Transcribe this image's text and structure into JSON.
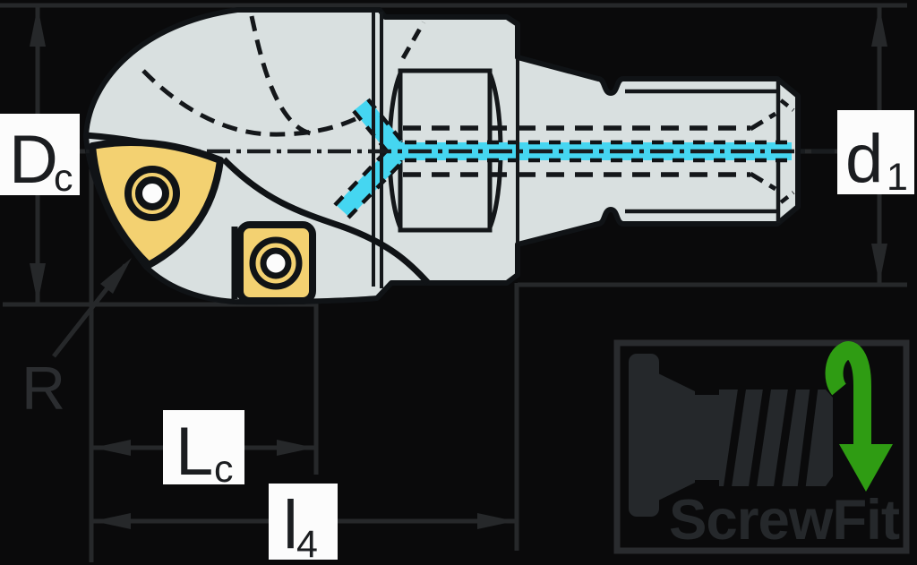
{
  "drawing": {
    "type_note": "technical drawing of ball-nose copy milling cutter with ScrewFit adaption, internal coolant channels and two indexable inserts",
    "dimension_labels": {
      "cutting_diameter": {
        "main": "D",
        "sub": "c"
      },
      "connection_diameter": {
        "main": "d",
        "sub": "1"
      },
      "corner_radius": "R",
      "cutting_length": {
        "main": "L",
        "sub": "c"
      },
      "usable_length": {
        "main": "l",
        "sub": "4"
      }
    },
    "logo": {
      "text": "ScrewFit"
    },
    "colors": {
      "background": "#0a0a0b",
      "body": "#d9e0e0",
      "insert": "#f3d171",
      "coolant": "#45d6f1",
      "logo_green": "#2f9c13",
      "dimension": "#26282a",
      "outline": "#101316",
      "label_text": "#1b1d20",
      "label_box": "#fcfcfc"
    }
  }
}
